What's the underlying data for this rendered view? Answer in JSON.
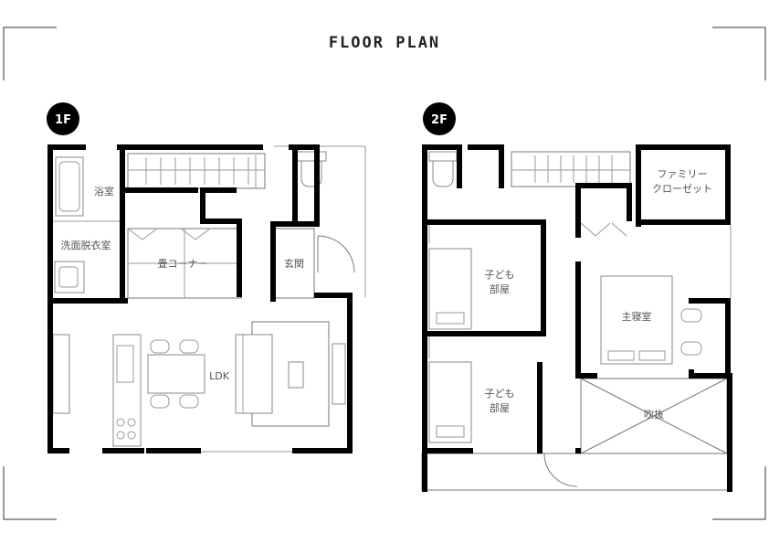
{
  "title": "FLOOR PLAN",
  "floors": [
    {
      "badge": "1F",
      "rooms": {
        "bath": "浴室",
        "washroom": "洗面脱衣室",
        "tatami": "畳コーナー",
        "entrance": "玄関",
        "ldk": "LDK"
      }
    },
    {
      "badge": "2F",
      "rooms": {
        "family_closet_1": "ファミリー",
        "family_closet_2": "クローゼット",
        "kids_room_a_1": "子ども",
        "kids_room_a_2": "部屋",
        "master_bedroom": "主寝室",
        "kids_room_b_1": "子ども",
        "kids_room_b_2": "部屋",
        "atrium": "吹抜"
      }
    }
  ]
}
